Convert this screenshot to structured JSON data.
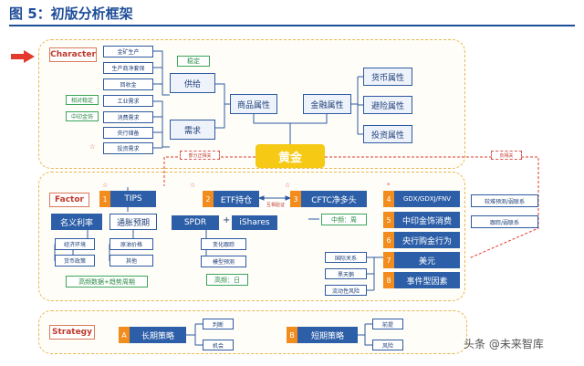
{
  "title": "图 5：初版分析框架",
  "watermark": "头条 @未来智库",
  "star": "☆",
  "character": {
    "label": "Character",
    "left_items": [
      "金矿生产",
      "生产商净套保",
      "回收金",
      "工业需求",
      "消费需求",
      "央行储备",
      "投资需求"
    ],
    "green_tags": [
      "相对稳定",
      "中印金饰"
    ],
    "stable_tag": "稳定",
    "supply": "供给",
    "demand": "需求",
    "commodity": "商品属性",
    "financial": "金融属性",
    "right_items": [
      "货币属性",
      "避险属性",
      "投资属性"
    ]
  },
  "gold": "黄金",
  "arrows": {
    "left": "部分正相关",
    "right": "负相关",
    "mutual": "互相验证"
  },
  "factor": {
    "label": "Factor",
    "f1": "TIPS",
    "f2": "ETF持仓",
    "f3": "CFTC净多头",
    "f4": "GDX/GDXJ/FNV",
    "f5": "中印金饰消费",
    "f6": "央行购金行为",
    "f7": "美元",
    "f8": "事件型因素",
    "nominal_rate": "名义利率",
    "inflation_exp": "通胀预期",
    "econ_env": "经济环境",
    "monetary_policy": "货币政策",
    "oil_price": "原油价格",
    "others": "其他",
    "spdr": "SPDR",
    "plus": "+",
    "ishares": "iShares",
    "change_track": "变化跟踪",
    "model_forecast": "模型预测",
    "freq_daily": "高频：日",
    "mid_freq": "中频：周",
    "high_freq_data": "高频数据+趋势周期",
    "intl_relations": "国际关系",
    "black_swan": "黑天鹅",
    "liquidity_risk": "流动性风险",
    "compare_forecast": "较难预测/弱联系",
    "track_weak": "跟踪/弱联系"
  },
  "strategy": {
    "label": "Strategy",
    "a_letter": "A",
    "a_label": "长期策略",
    "a_items": [
      "判断",
      "机会"
    ],
    "b_letter": "B",
    "b_label": "短期策略",
    "b_items": [
      "前提",
      "风险"
    ]
  }
}
